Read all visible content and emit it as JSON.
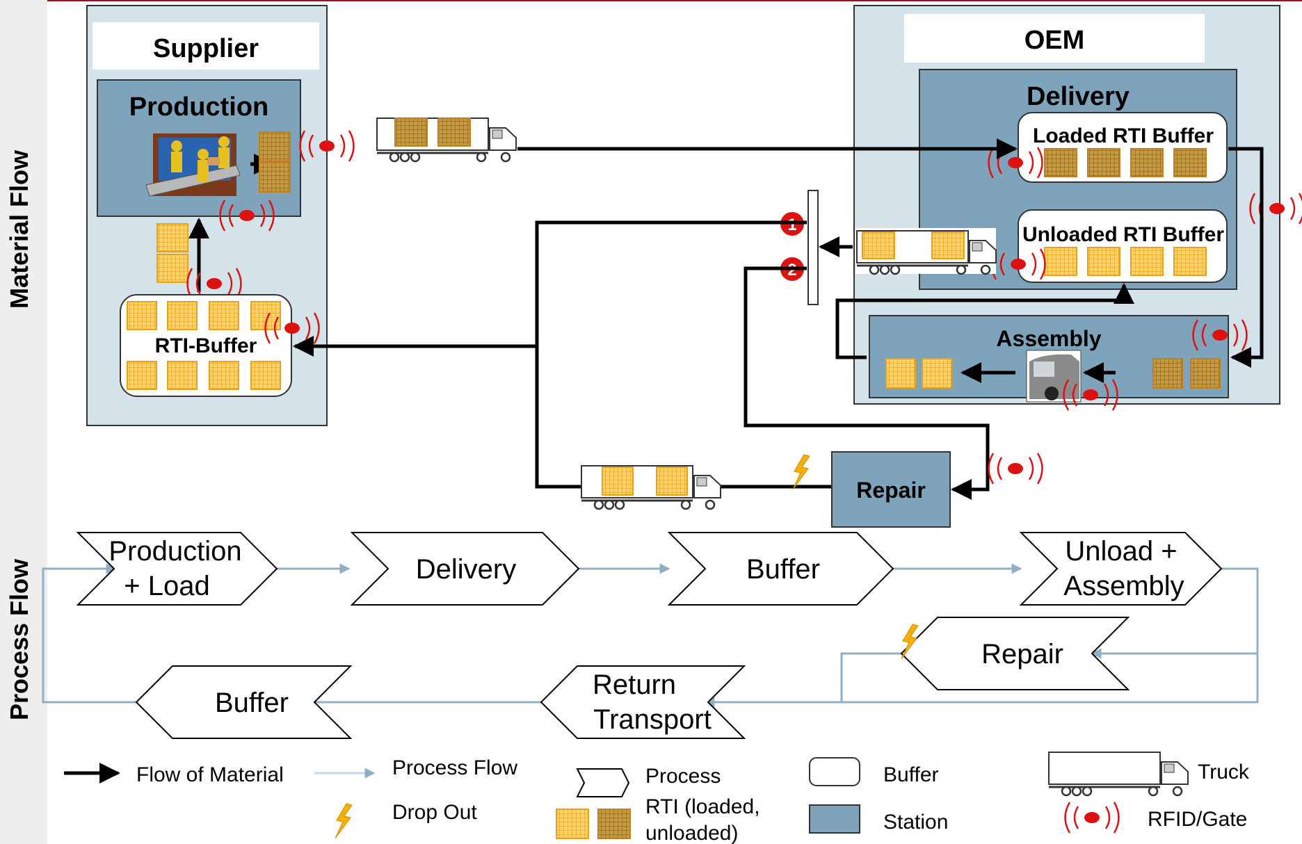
{
  "side_labels": {
    "material_flow": "Material Flow",
    "process_flow": "Process Flow"
  },
  "material": {
    "supplier_title": "Supplier",
    "production_title": "Production",
    "rti_buffer": "RTI-Buffer",
    "oem_title": "OEM",
    "delivery_title": "Delivery",
    "loaded_buffer": "Loaded RTI Buffer",
    "unloaded_buffer": "Unloaded RTI Buffer",
    "assembly_title": "Assembly",
    "repair_station": "Repair",
    "gate_1": "1",
    "gate_2": "2"
  },
  "process": {
    "production_load_1": "Production",
    "production_load_2": "+ Load",
    "delivery": "Delivery",
    "buffer_oem": "Buffer",
    "unload_1": "Unload +",
    "unload_2": "Assembly",
    "repair": "Repair",
    "return_1": "Return",
    "return_2": "Transport",
    "buffer_supplier": "Buffer"
  },
  "legend": {
    "flow_material": "Flow of Material",
    "process_flow": "Process Flow",
    "drop_out": "Drop Out",
    "process": "Process",
    "rti_1": "RTI (loaded,",
    "rti_2": "unloaded)",
    "buffer": "Buffer",
    "station": "Station",
    "truck": "Truck",
    "rfid": "RFID/Gate"
  },
  "colors": {
    "station": "#7ea4bb",
    "zone": "#d4e2ea",
    "process_line": "#8fb0c4",
    "rfid": "#e01010",
    "rti": "#f5b82e",
    "drop_out": "#f5b000",
    "side_bar": "#eeeeee"
  },
  "icons": [
    "truck-icon",
    "rfid-gate-icon",
    "rti-container-icon",
    "drop-out-icon",
    "workers-icon",
    "car-assembly-icon"
  ]
}
